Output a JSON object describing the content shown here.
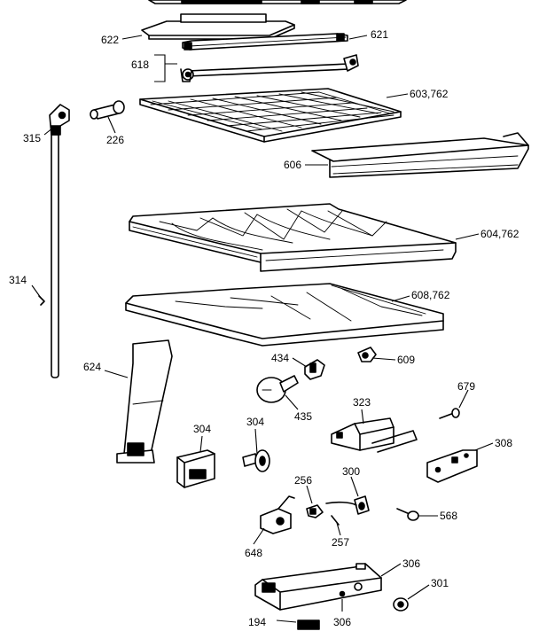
{
  "diagram": {
    "labels": {
      "l622": "622",
      "l621": "621",
      "l618": "618",
      "l315": "315",
      "l226": "226",
      "l603": "603,762",
      "l606": "606",
      "l604": "604,762",
      "l314": "314",
      "l608": "608,762",
      "l624": "624",
      "l434": "434",
      "l609": "609",
      "l679": "679",
      "l435": "435",
      "l323": "323",
      "l304a": "304",
      "l304b": "304",
      "l308": "308",
      "l256": "256",
      "l300": "300",
      "l568": "568",
      "l257": "257",
      "l648": "648",
      "l306a": "306",
      "l301": "301",
      "l194": "194",
      "l306b": "306"
    }
  }
}
